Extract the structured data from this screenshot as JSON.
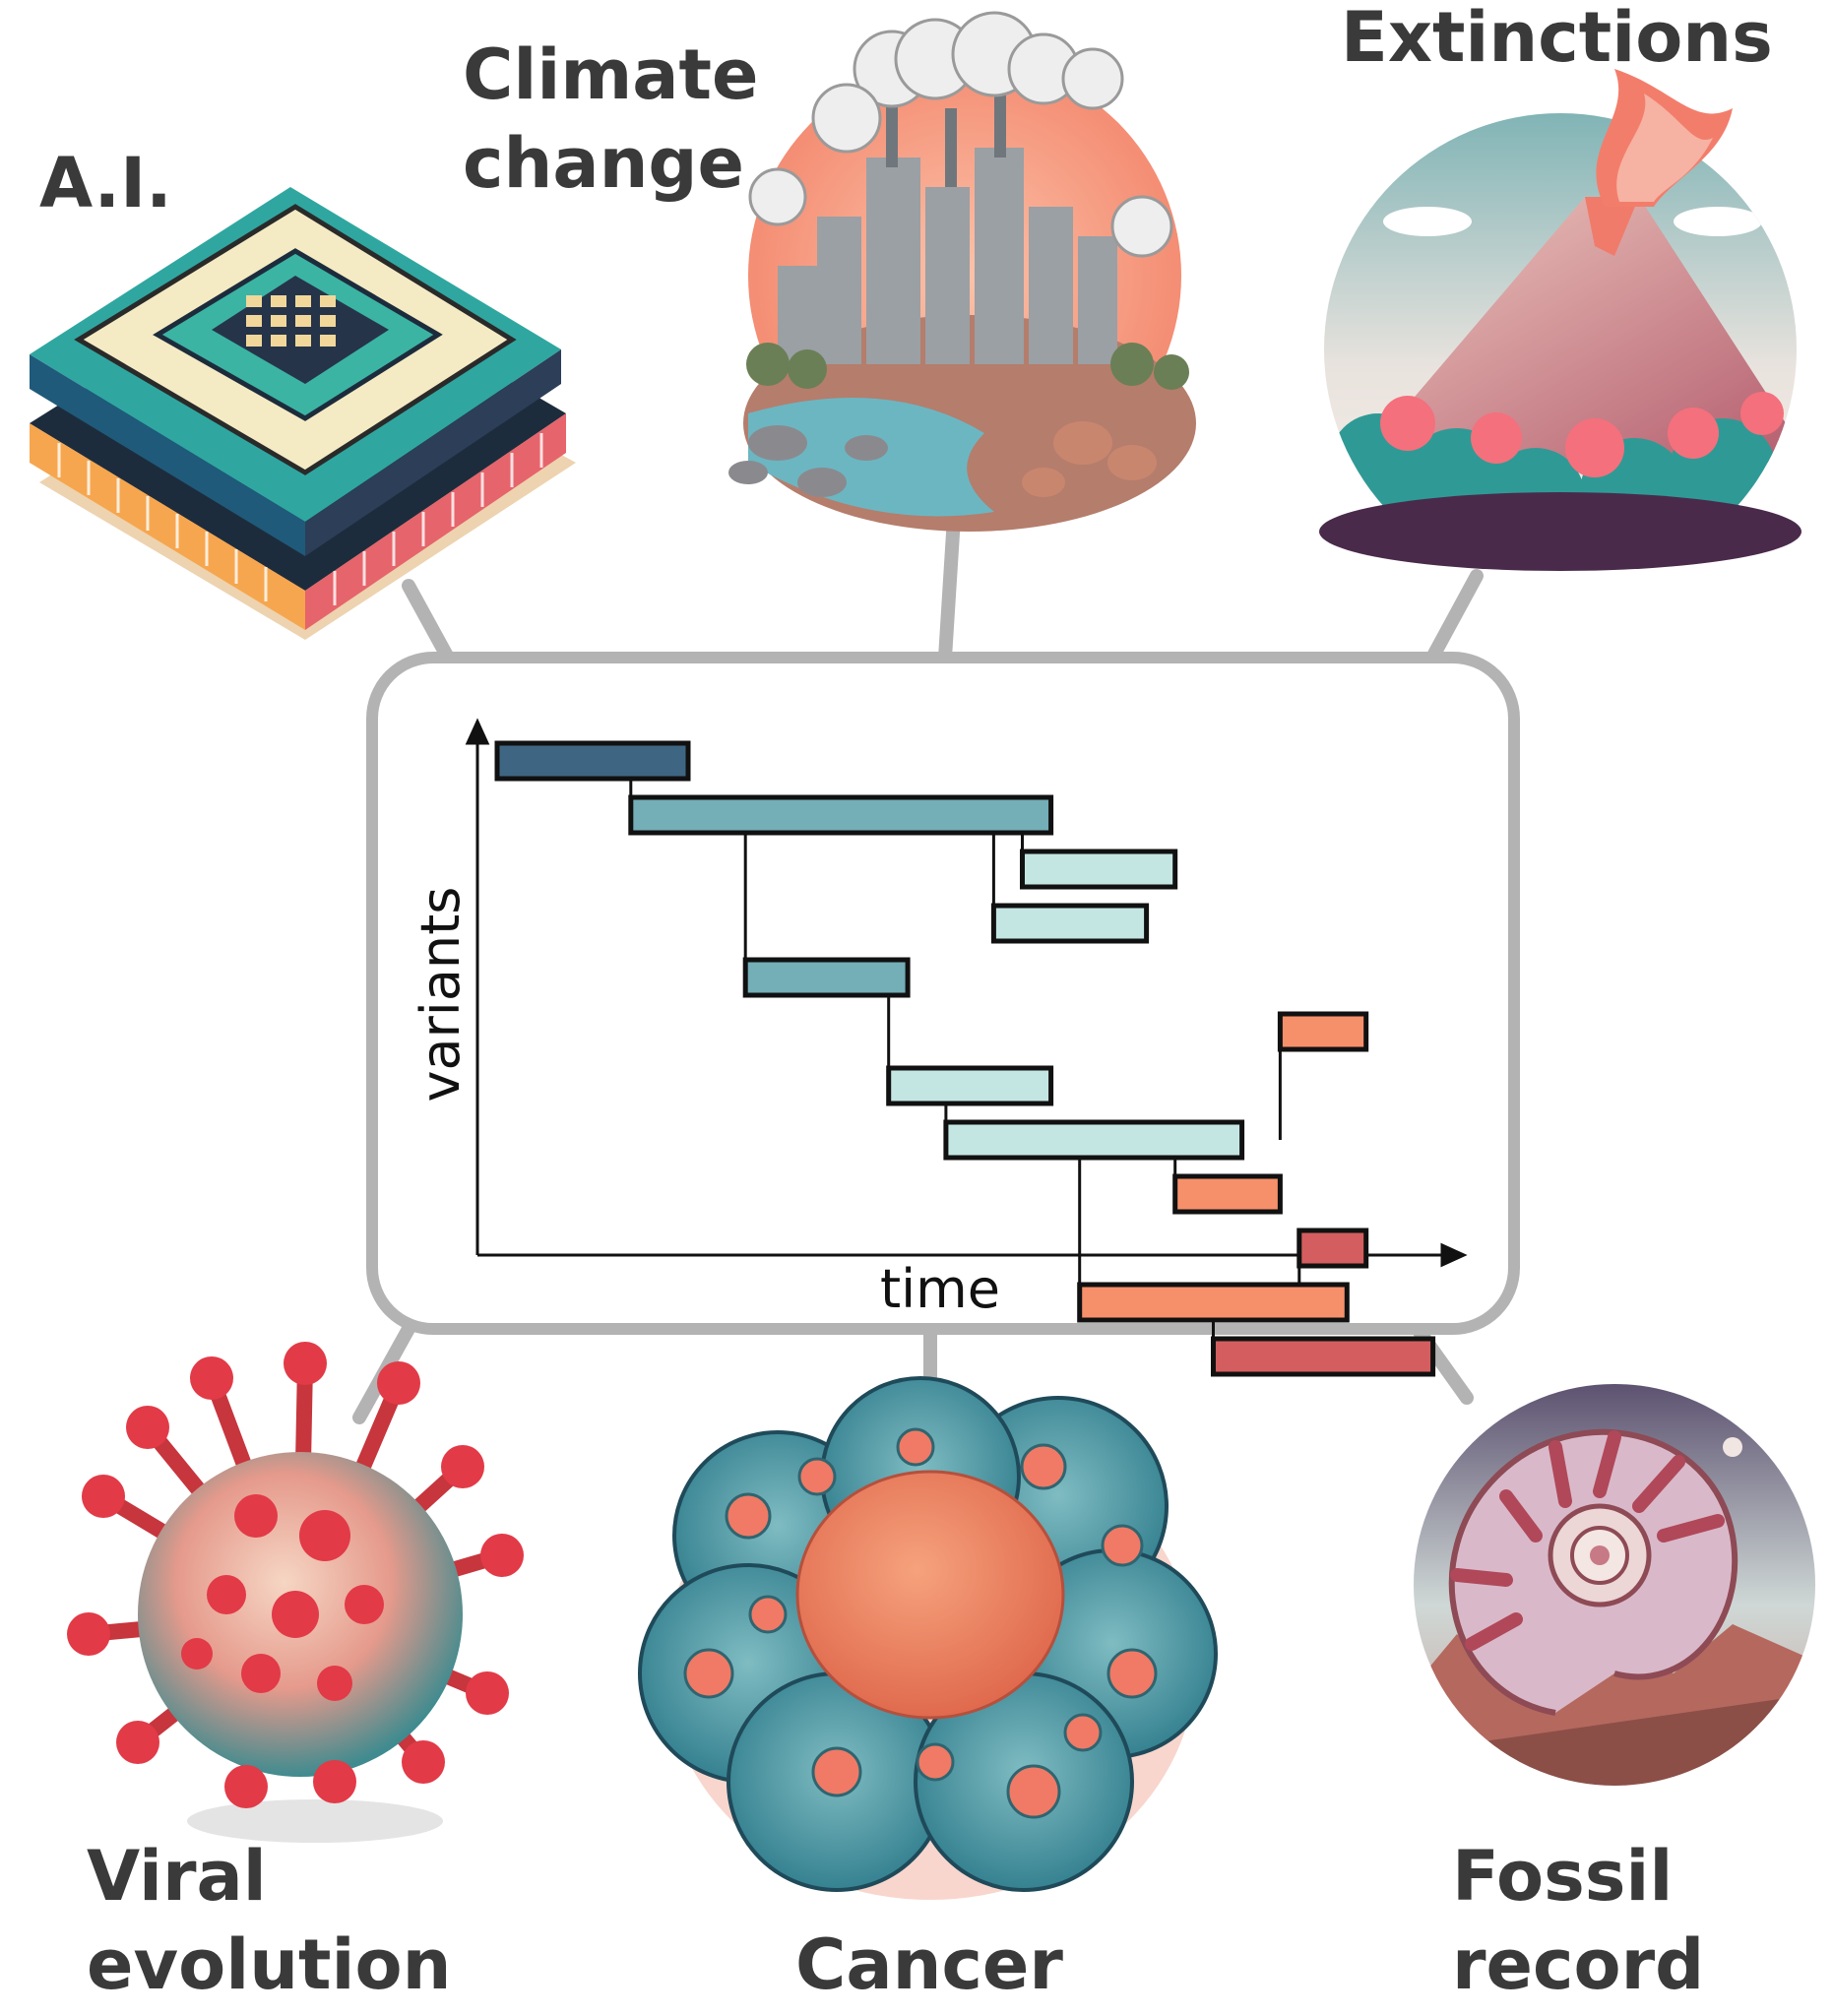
{
  "labels": {
    "ai": "A.I.",
    "climate_line1": "Climate",
    "climate_line2": "change",
    "extinctions": "Extinctions",
    "viral_line1": "Viral",
    "viral_line2": "evolution",
    "cancer": "Cancer",
    "fossil_line1": "Fossil",
    "fossil_line2": "record"
  },
  "diagram": {
    "xlabel": "time",
    "ylabel": "variants"
  },
  "colors": {
    "connector": "#b3b3b3",
    "box_border": "#b3b3b3",
    "label_text": "#3a3a3a",
    "dark_blue": "#3e6683",
    "teal": "#74aeb6",
    "pale_teal": "#c4e6e3",
    "orange": "#f6906a",
    "red": "#d45e5f"
  },
  "chart_data": {
    "type": "gantt",
    "xlabel": "time",
    "ylabel": "variants",
    "bars": [
      {
        "id": "b1",
        "start": 0.0,
        "end": 0.2,
        "level": 1,
        "color": "dark_blue"
      },
      {
        "id": "b2",
        "start": 0.14,
        "end": 0.58,
        "level": 2,
        "color": "teal",
        "parent": "b1",
        "branch_at": 0.14
      },
      {
        "id": "b3",
        "start": 0.55,
        "end": 0.71,
        "level": 3,
        "color": "pale_teal",
        "parent": "b2",
        "branch_at": 0.55
      },
      {
        "id": "b4",
        "start": 0.52,
        "end": 0.68,
        "level": 4,
        "color": "pale_teal",
        "parent": "b2",
        "branch_at": 0.52
      },
      {
        "id": "b5",
        "start": 0.26,
        "end": 0.43,
        "level": 5,
        "color": "teal",
        "parent": "b2",
        "branch_at": 0.26
      },
      {
        "id": "b6",
        "start": 0.82,
        "end": 0.91,
        "level": 6,
        "color": "orange",
        "parent": "b8",
        "branch_at": 0.82
      },
      {
        "id": "b7",
        "start": 0.41,
        "end": 0.58,
        "level": 7,
        "color": "pale_teal",
        "parent": "b5",
        "branch_at": 0.41
      },
      {
        "id": "b8",
        "start": 0.47,
        "end": 0.78,
        "level": 8,
        "color": "pale_teal",
        "parent": "b7",
        "branch_at": 0.47
      },
      {
        "id": "b9",
        "start": 0.71,
        "end": 0.82,
        "level": 9,
        "color": "orange",
        "parent": "b8",
        "branch_at": 0.71
      },
      {
        "id": "b10",
        "start": 0.84,
        "end": 0.91,
        "level": 10,
        "color": "red",
        "parent": "b11",
        "branch_at": 0.84
      },
      {
        "id": "b11",
        "start": 0.61,
        "end": 0.89,
        "level": 11,
        "color": "orange",
        "parent": "b8",
        "branch_at": 0.61
      },
      {
        "id": "b12",
        "start": 0.75,
        "end": 0.98,
        "level": 12,
        "color": "red",
        "parent": "b11",
        "branch_at": 0.75
      }
    ]
  }
}
